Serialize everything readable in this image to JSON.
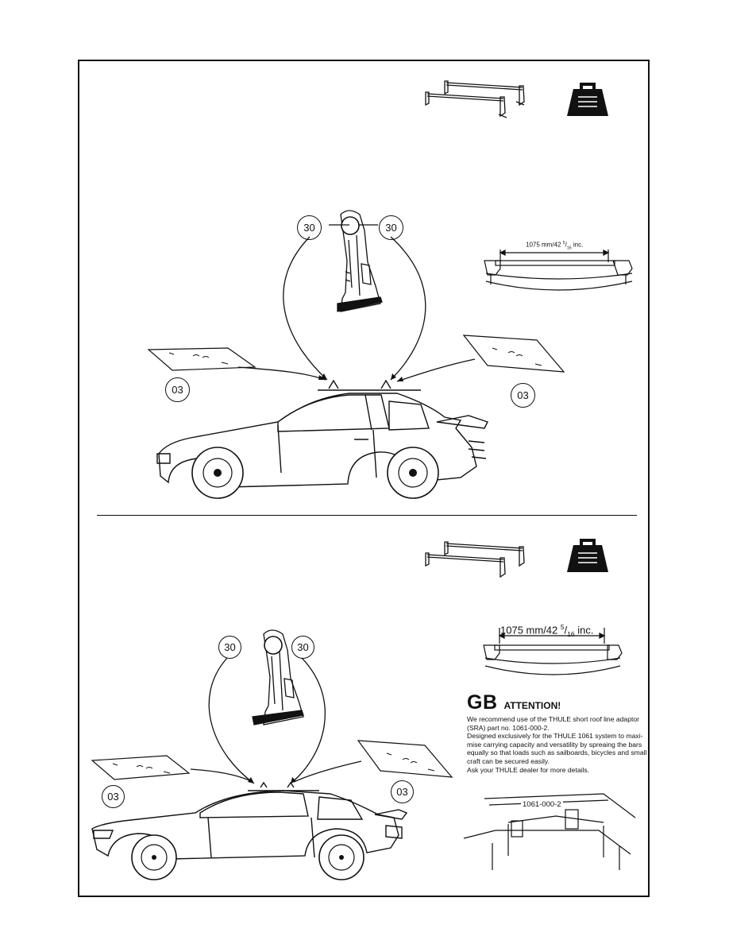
{
  "section_1": {
    "dimension": {
      "value": "1075 mm/42",
      "fraction_num": "5",
      "fraction_den": "16",
      "unit": "inc."
    },
    "callouts": {
      "clamp_left": "30",
      "clamp_right": "30",
      "pad_left": "03",
      "pad_right": "03"
    },
    "icons": [
      "roof-bars-icon",
      "weight-icon"
    ]
  },
  "section_2": {
    "dimension": {
      "value": "1075 mm/42",
      "fraction_num": "5",
      "fraction_den": "16",
      "unit": "inc."
    },
    "callouts": {
      "clamp_left": "30",
      "clamp_right": "30",
      "pad_left": "03",
      "pad_right": "03"
    },
    "icons": [
      "roof-bars-icon",
      "weight-icon"
    ],
    "note": {
      "lang": "GB",
      "title": "ATTENTION!",
      "lines": [
        "We recommend use of the THULE short roof line adaptor",
        "(SRA) part no. 1061-000-2.",
        "Designed exclusively for the THULE 1061 system to maxi-",
        "mise carrying capacity and versatility by spreaing the bars",
        "equally so that loads such as sailboards, bicycles and small",
        "craft can be secured easily.",
        "Ask your THULE dealer for more details."
      ]
    },
    "adaptor_part": "1061-000-2"
  }
}
